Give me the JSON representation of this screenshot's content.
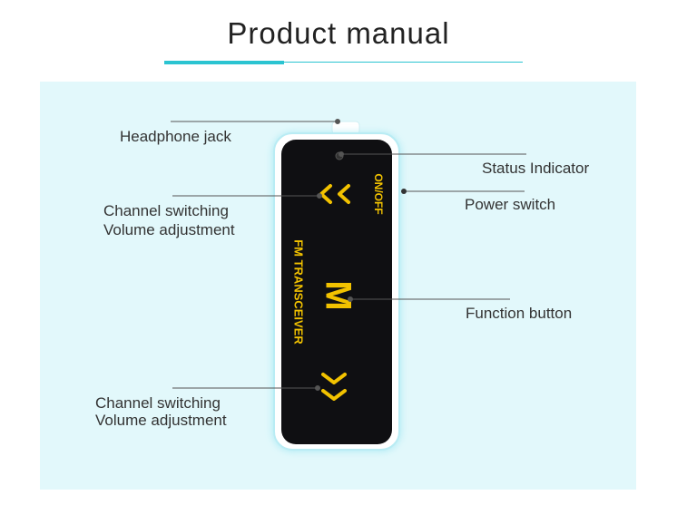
{
  "title": "Product manual",
  "device": {
    "side_text": "FM TRANSCEIVER",
    "power_text": "ON/OFF",
    "function_key": "M",
    "body_color": "#0f0f12",
    "glow_color": "#9fe6f2",
    "accent_color": "#f2c200"
  },
  "labels": {
    "headphone_jack": "Headphone jack",
    "status_indicator": "Status Indicator",
    "power_switch": "Power switch",
    "channel_up_line1": "Channel switching",
    "channel_up_line2": "Volume adjustment",
    "function_button": "Function button",
    "channel_down_line1": "Channel switching",
    "channel_down_line2": "Volume adjustment"
  },
  "colors": {
    "accent": "#2bc4d1",
    "panel": "#e2f8fb",
    "callout_line": "#555555"
  }
}
